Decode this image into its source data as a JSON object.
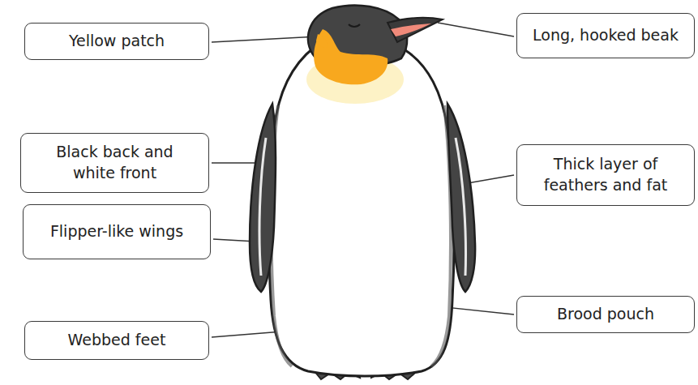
{
  "diagram": {
    "nodes": [
      {
        "text": [
          "Yellow patch"
        ]
      },
      {
        "text": [
          "Long, hooked beak"
        ]
      },
      {
        "text": [
          "Black back and white front"
        ]
      },
      {
        "text": [
          "Thick layer of feathers and fat"
        ]
      },
      {
        "text": [
          "Flipper-like wings"
        ]
      },
      {
        "text": [
          "Brood pouch"
        ]
      },
      {
        "text": [
          "Webbed feet"
        ]
      }
    ]
  }
}
